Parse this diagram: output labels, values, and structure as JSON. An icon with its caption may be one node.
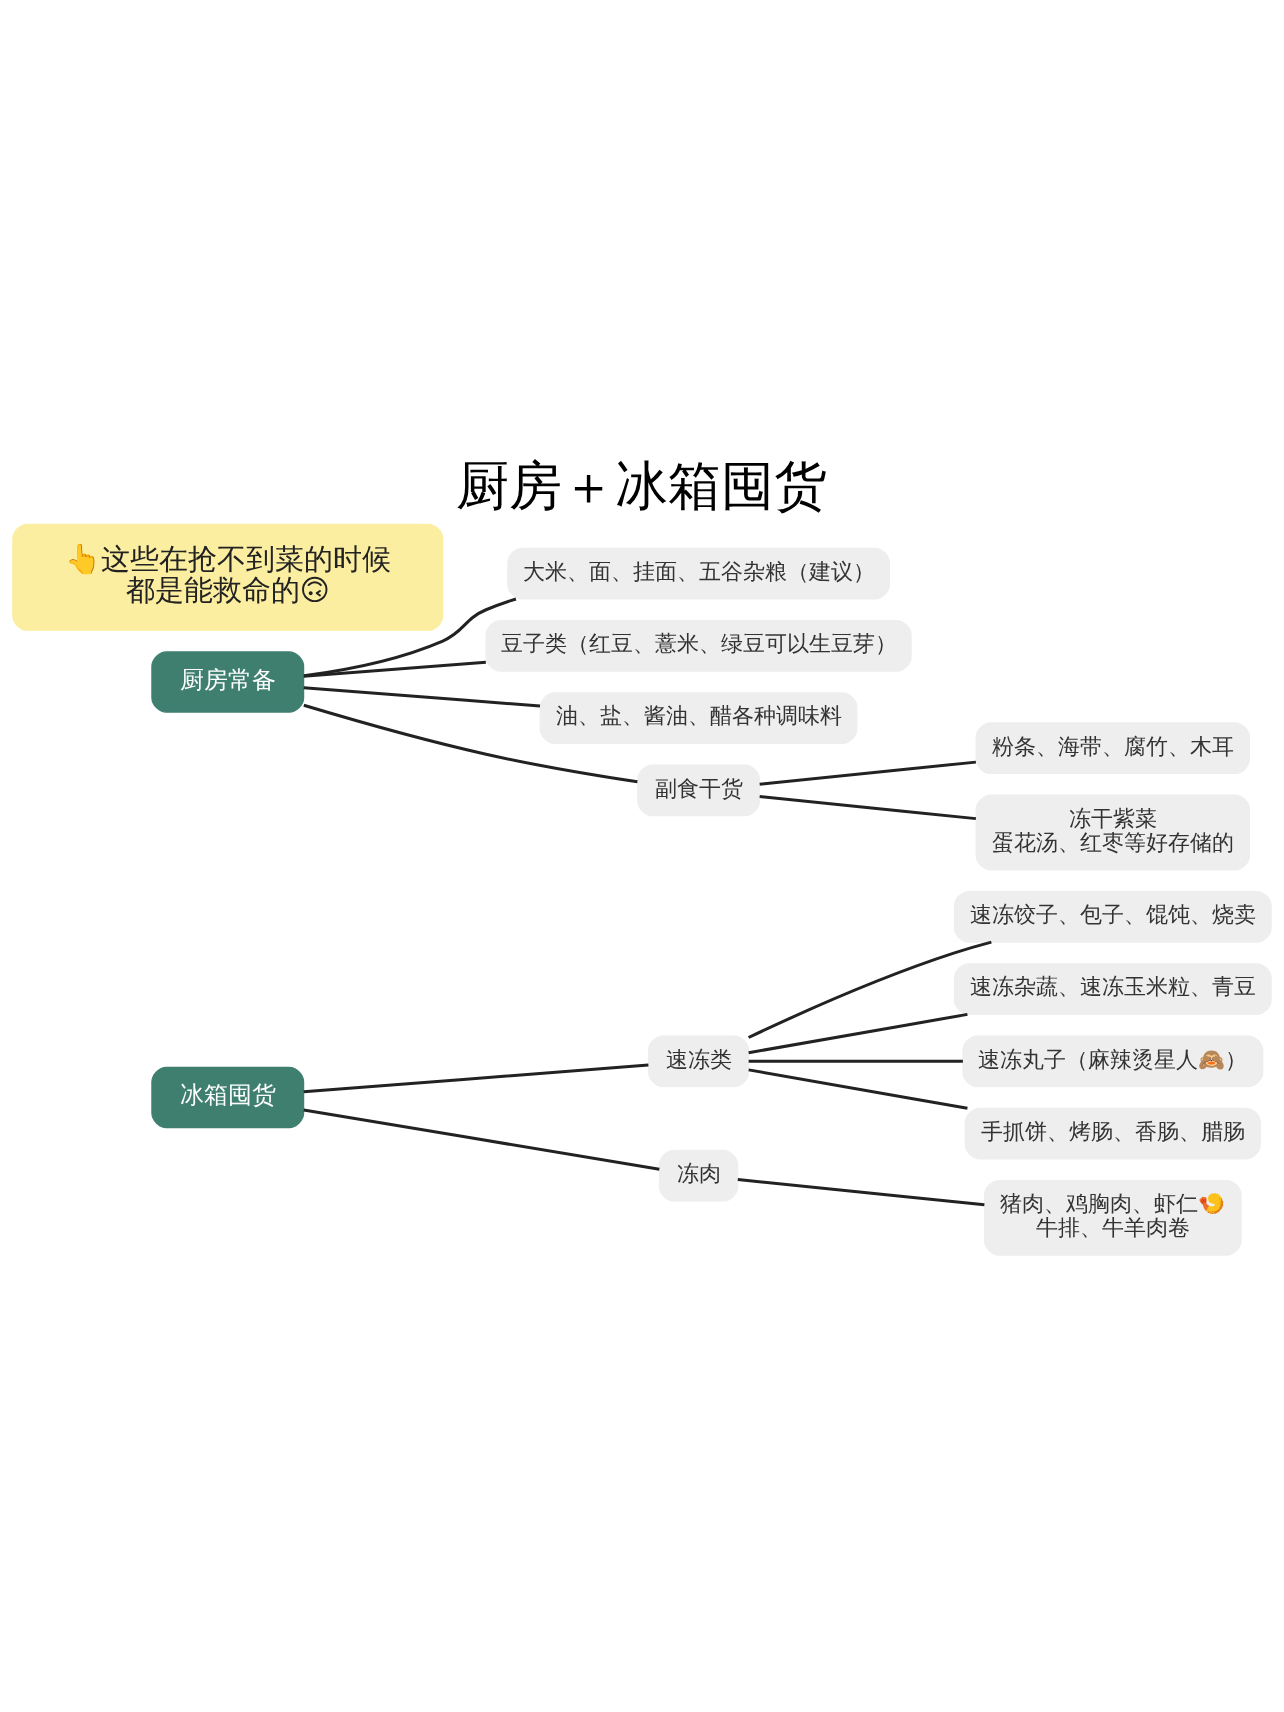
{
  "diagram": {
    "title": "厨房＋冰箱囤货",
    "nodes": [
      {
        "text": [
          "冰箱囤货"
        ]
      },
      {
        "text": [
          "速冻类"
        ]
      },
      {
        "text": [
          "速冻饺子、包子、馄饨、烧卖"
        ]
      },
      {
        "text": [
          "速冻杂蔬、速冻玉米粒、青豆"
        ]
      },
      {
        "text": [
          "速冻丸子（麻辣烫星人🙈）"
        ]
      },
      {
        "text": [
          "手抓饼、烤肠、香肠、腊肠"
        ]
      },
      {
        "text": [
          "冻肉"
        ]
      },
      {
        "text": [
          "猪肉、鸡胸肉、虾仁🍤",
          "牛排、牛羊肉卷"
        ]
      },
      {
        "text": [
          "厨房常备"
        ]
      },
      {
        "text": [
          "大米、面、挂面、五谷杂粮（建议）"
        ]
      },
      {
        "text": [
          "豆子类（红豆、薏米、绿豆可以生豆芽）"
        ]
      },
      {
        "text": [
          "油、盐、酱油、醋各种调味料"
        ]
      },
      {
        "text": [
          "副食干货"
        ]
      },
      {
        "text": [
          "粉条、海带、腐竹、木耳"
        ]
      },
      {
        "text": [
          "冻干紫菜",
          "蛋花汤、红枣等好存储的"
        ]
      },
      {
        "text": [
          "👆这些在抢不到菜的时候",
          "都是能救命的🙃"
        ]
      }
    ],
    "edges": [
      {
        "from": 0,
        "to": 1,
        "arrow": "none"
      },
      {
        "from": 1,
        "to": 2,
        "arrow": "none"
      },
      {
        "from": 1,
        "to": 3,
        "arrow": "none"
      },
      {
        "from": 1,
        "to": 4,
        "arrow": "none"
      },
      {
        "from": 1,
        "to": 5,
        "arrow": "none"
      },
      {
        "from": 0,
        "to": 6,
        "arrow": "none"
      },
      {
        "from": 6,
        "to": 7,
        "arrow": "none"
      },
      {
        "from": 8,
        "to": 9,
        "arrow": "none"
      },
      {
        "from": 8,
        "to": 10,
        "arrow": "none"
      },
      {
        "from": 8,
        "to": 11,
        "arrow": "none"
      },
      {
        "from": 8,
        "to": 12,
        "arrow": "none"
      },
      {
        "from": 12,
        "to": 13,
        "arrow": "none"
      },
      {
        "from": 12,
        "to": 14,
        "arrow": "none"
      }
    ]
  }
}
